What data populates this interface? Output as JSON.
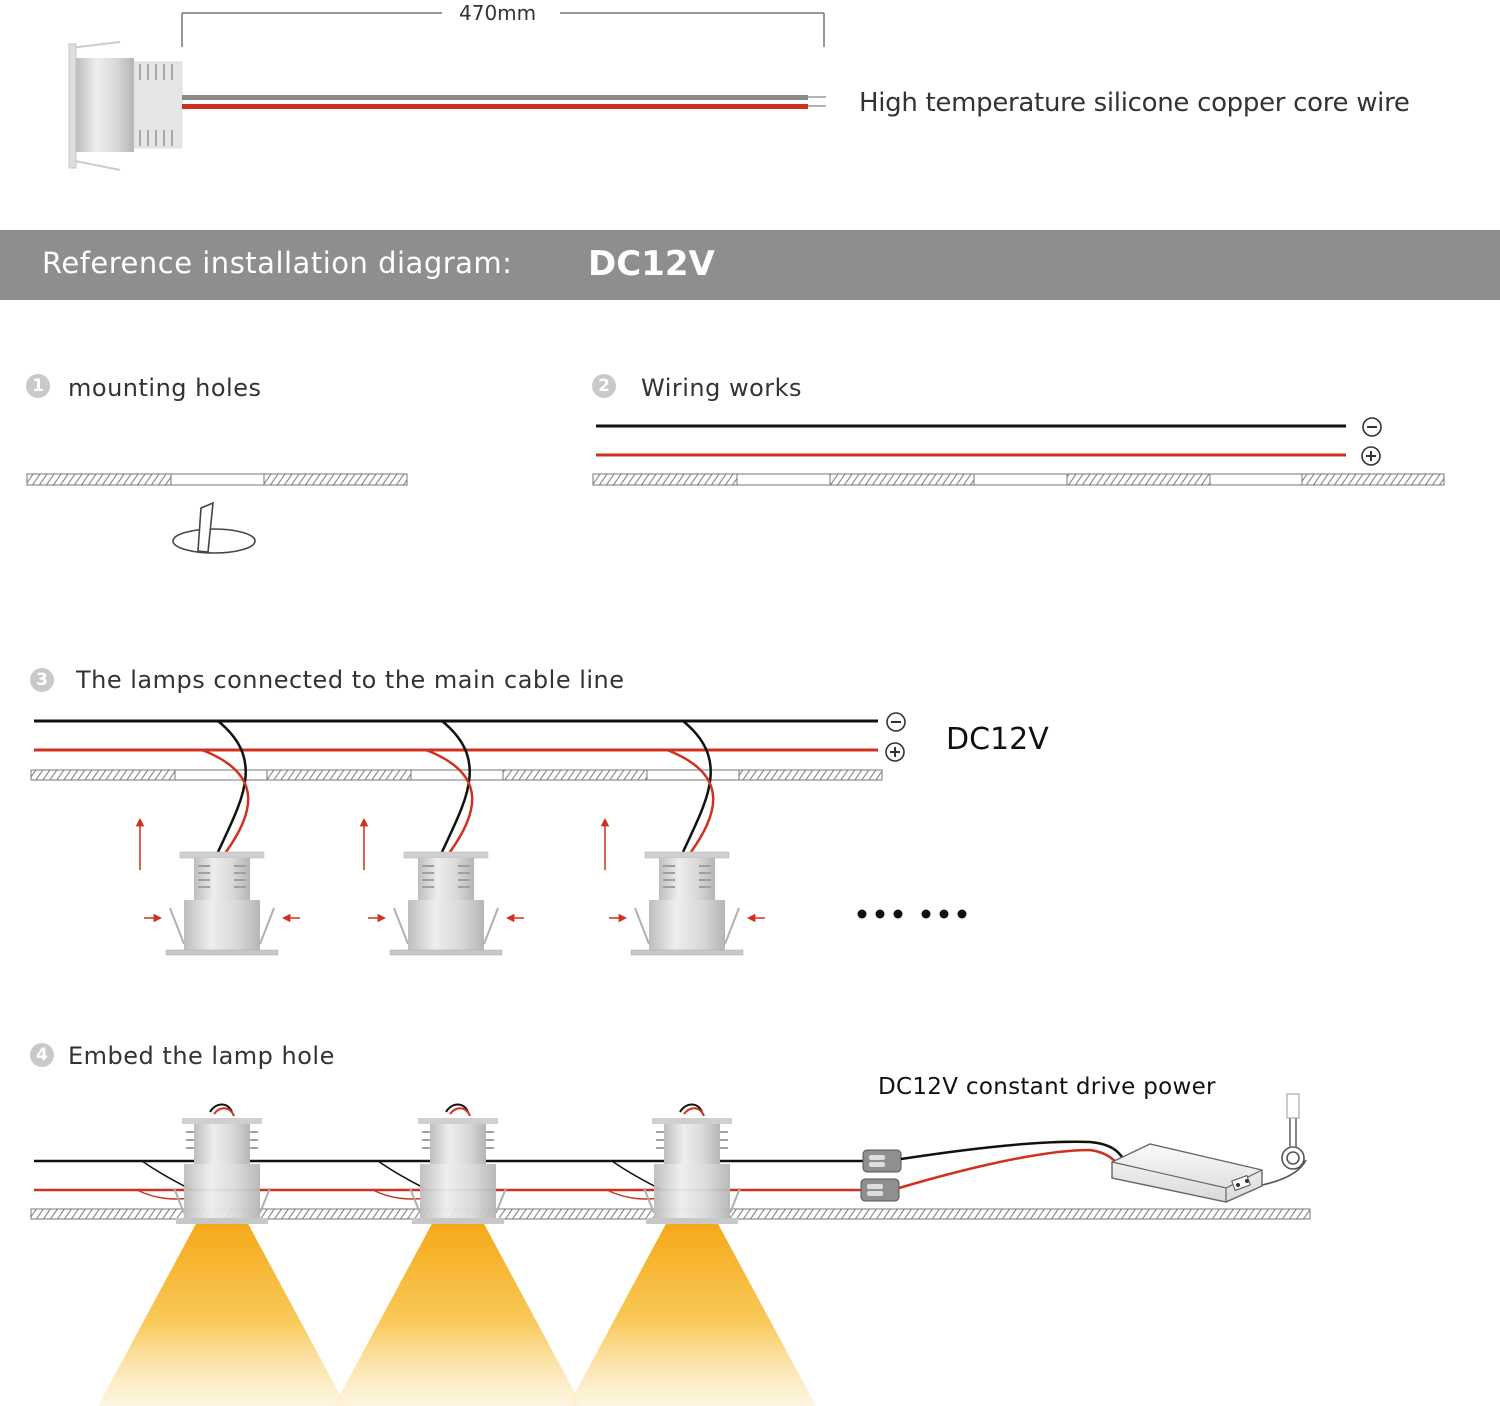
{
  "header": {
    "dimension_label": "470mm",
    "wire_label": "High temperature silicone copper core wire"
  },
  "banner": {
    "title": "Reference installation diagram:",
    "voltage": "DC12V"
  },
  "steps": [
    {
      "number": "1",
      "label": "mounting holes"
    },
    {
      "number": "2",
      "label": "Wiring works"
    },
    {
      "number": "3",
      "label": "The lamps connected to the main cable line"
    },
    {
      "number": "4",
      "label": "Embed the lamp hole"
    }
  ],
  "step3": {
    "voltage_label": "DC12V",
    "lamp_count": 3,
    "continuation": "••• •••"
  },
  "step4": {
    "power_label": "DC12V constant drive power",
    "lamp_count": 3
  },
  "symbols": {
    "negative": "−",
    "positive": "+"
  },
  "colors": {
    "banner": "#8e8e8e",
    "positive_wire": "#d0311f",
    "negative_wire": "#111111",
    "lamp_silver": "#d6d6d6",
    "light_beam": "#f7b21b",
    "ceiling_hatch": "#777777"
  }
}
